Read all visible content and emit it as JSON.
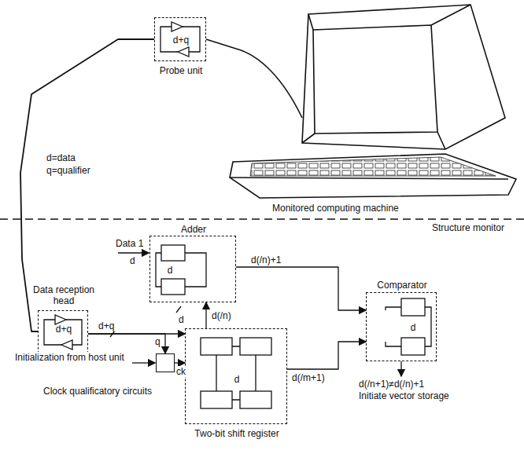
{
  "diagram": {
    "nodes": [
      {
        "text": [
          "d+q",
          "Probe unit"
        ]
      },
      {
        "text": [
          "Data reception head",
          "d+q"
        ]
      },
      {
        "text": [
          "Adder",
          "d"
        ]
      },
      {
        "text": [
          "d",
          "Two-bit shift register"
        ]
      },
      {
        "text": [
          "Comparator",
          "d"
        ]
      },
      {
        "text": [
          "Clock qualificatory circuits"
        ]
      }
    ],
    "edges": [
      {
        "from": 0,
        "to": 1,
        "arrow": "none"
      },
      {
        "from": 1,
        "to": 3,
        "label": "d+q",
        "arrow": "to"
      },
      {
        "from": 1,
        "to": 5,
        "label": "q",
        "arrow": "to"
      },
      {
        "from": 5,
        "to": 3,
        "label": "ck",
        "arrow": "to"
      },
      {
        "from": 3,
        "to": 2,
        "label": "d(/n)",
        "arrow": "to"
      },
      {
        "from": 2,
        "to": 4,
        "label": "d(/n)+1",
        "arrow": "to"
      },
      {
        "from": 3,
        "to": 4,
        "label": "d(/m+1)",
        "arrow": "to"
      }
    ],
    "labels": [
      "d=data",
      "q=qualifier",
      "Monitored computing machine",
      "Structure monitor",
      "Data 1",
      "d",
      "Initialization from host unit",
      "d(/n+1)≠d(/n)+1",
      "Initiate vector storage",
      "d"
    ]
  }
}
